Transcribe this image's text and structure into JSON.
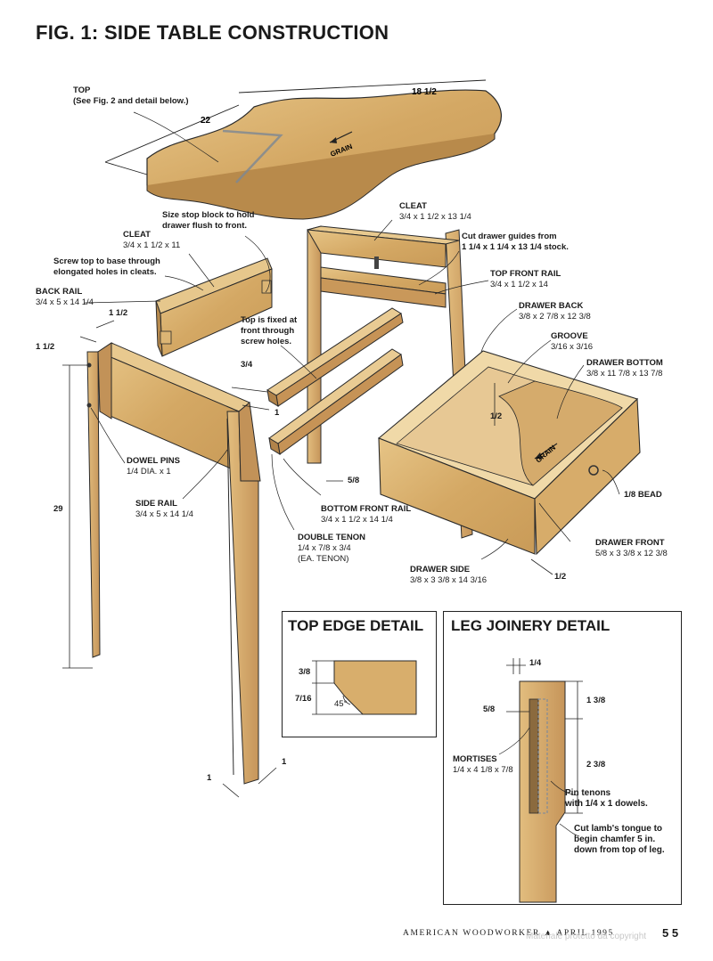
{
  "figure": {
    "title": "FIG. 1: SIDE TABLE CONSTRUCTION"
  },
  "labels": {
    "top": [
      "TOP",
      "(See Fig. 2 and detail below.)"
    ],
    "grain": "GRAIN",
    "cleat_left": [
      "CLEAT",
      "3/4 x 1 1/2 x 11"
    ],
    "size_stop": [
      "Size stop block to hold",
      "drawer flush to front."
    ],
    "screw_top": [
      "Screw top to base through",
      "elongated holes in cleats."
    ],
    "back_rail": [
      "BACK RAIL",
      "3/4 x 5 x 14 1/4"
    ],
    "cleat_right": [
      "CLEAT",
      "3/4 x 1 1/2 x 13 1/4"
    ],
    "cut_guides": [
      "Cut drawer guides from",
      "1 1/4 x 1 1/4 x 13 1/4 stock."
    ],
    "top_front_rail": [
      "TOP FRONT RAIL",
      "3/4 x 1 1/2 x 14"
    ],
    "top_fixed": [
      "Top is fixed at",
      "front through",
      "screw holes."
    ],
    "drawer_back": [
      "DRAWER BACK",
      "3/8 x 2 7/8 x 12 3/8"
    ],
    "groove": [
      "GROOVE",
      "3/16 x 3/16"
    ],
    "drawer_bottom": [
      "DRAWER BOTTOM",
      "3/8 x 11 7/8 x 13 7/8"
    ],
    "dowel_pins": [
      "DOWEL PINS",
      "1/4 DIA. x 1"
    ],
    "side_rail": [
      "SIDE RAIL",
      "3/4 x 5 x 14 1/4"
    ],
    "bottom_front_rail": [
      "BOTTOM FRONT RAIL",
      "3/4 x 1 1/2 x 14 1/4"
    ],
    "double_tenon": [
      "DOUBLE TENON",
      "1/4 x 7/8 x 3/4",
      "(EA. TENON)"
    ],
    "bead": "1/8 BEAD",
    "drawer_front": [
      "DRAWER FRONT",
      "5/8 x 3 3/8 x 12 3/8"
    ],
    "drawer_side": [
      "DRAWER SIDE",
      "3/8 x 3 3/8 x 14 3/16"
    ]
  },
  "dimensions": {
    "top_width": "18 1/2",
    "top_depth": "22",
    "leg_height": "29",
    "rail_top_a": "1 1/2",
    "rail_top_b": "1 1/2",
    "rail_34": "3/4",
    "rail_1": "1",
    "tenon_58": "5/8",
    "drawer_12": "1/2",
    "drawer_front_12": "1/2",
    "foot_a": "1",
    "foot_b": "1"
  },
  "top_edge_detail": {
    "title": "TOP EDGE DETAIL",
    "dim_a": "3/8",
    "dim_b": "7/16",
    "angle": "45°"
  },
  "leg_joinery_detail": {
    "title": "LEG JOINERY DETAIL",
    "d_14": "1/4",
    "d_58": "5/8",
    "d_138": "1 3/8",
    "d_238": "2 3/8",
    "mortises": [
      "MORTISES",
      "1/4 x 4 1/8 x 7/8"
    ],
    "pin_tenons": [
      "Pin tenons",
      "with 1/4 x 1 dowels."
    ],
    "cut_lamb": [
      "Cut lamb's tongue to",
      "begin chamfer 5 in.",
      "down from top of leg."
    ]
  },
  "footer": {
    "publication": "AMERICAN WOODWORKER ▲ APRIL 1995",
    "page": "5 5",
    "watermark": "Materiale protetto da copyright"
  },
  "colors": {
    "wood": "#d9b271",
    "wood_dark": "#b98a4a",
    "wood_light": "#ecd3a0",
    "line": "#2a2a2a"
  }
}
